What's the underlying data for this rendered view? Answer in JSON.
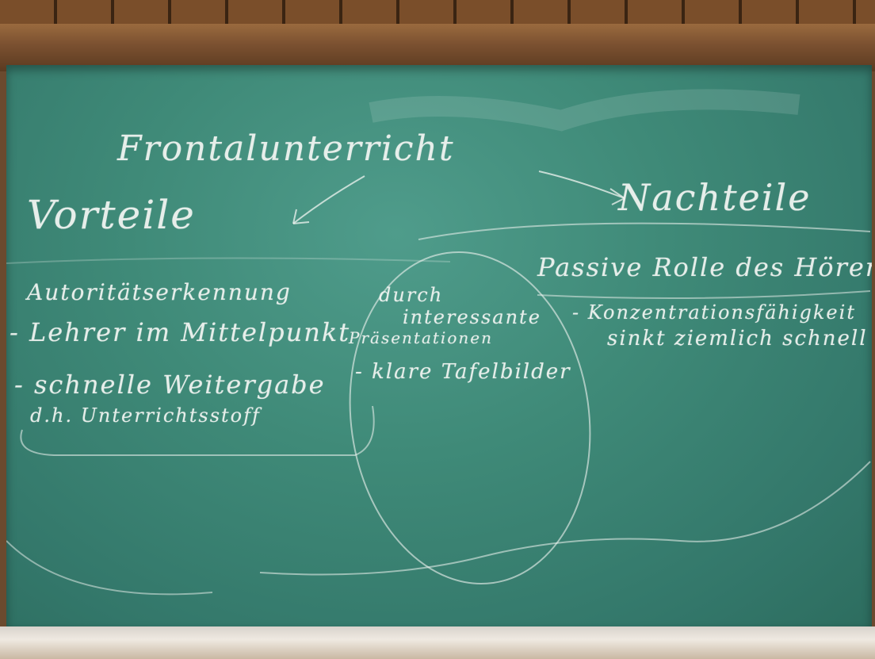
{
  "board": {
    "title": "Frontalunterricht",
    "left_heading": "Vorteile",
    "right_heading": "Nachteile",
    "left_items": [
      "Autoritätserkennung",
      "- Lehrer im Mittelpunkt",
      "- schnelle Weitergabe",
      "d.h. Unterrichtsstoff"
    ],
    "middle_items": [
      "durch",
      "interessante",
      "Präsentationen",
      "- klare Tafelbilder"
    ],
    "right_items": [
      "Passive Rolle des Hörers",
      "- Konzentrationsfähigkeit",
      "sinkt ziemlich schnell"
    ]
  },
  "colors": {
    "board": "#3f8a78",
    "chalk": "#eef2ee",
    "frame": "#7a5030",
    "tray": "#e6dfd6"
  }
}
